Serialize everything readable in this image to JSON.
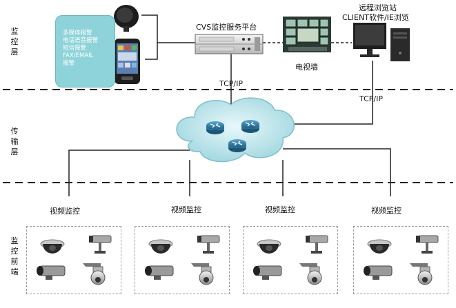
{
  "layers": {
    "monitor": "监控层",
    "transport": "传输层",
    "frontend": "监控前端"
  },
  "alarm": {
    "items": [
      "多媒体报警",
      "电话语音报警",
      "短信报警",
      "FAX/EMAIL",
      "报警"
    ]
  },
  "server": {
    "label": "CVS监控服务平台"
  },
  "tvwall": {
    "label": "电视墙"
  },
  "remote": {
    "line1": "远程浏览站",
    "line2": "CLIENT软件/IE浏览"
  },
  "links": {
    "tcp_left": "TCP/IP",
    "tcp_right": "TCP/IP"
  },
  "video_labels": [
    "视频监控",
    "视频监控",
    "视频监控",
    "视频监控"
  ],
  "colors": {
    "alarm_card": "#8ed3d9",
    "cloud": "#cfeef2",
    "router": "#2f7fa8",
    "dashed_line": "#222222"
  }
}
